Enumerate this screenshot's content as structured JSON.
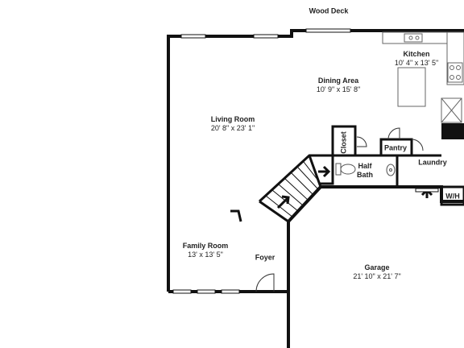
{
  "colors": {
    "wall": "#111111",
    "background": "#ffffff",
    "fixture": "#666666"
  },
  "icons": [
    "stair-arrow-icon",
    "toilet-icon",
    "sink-icon",
    "stove-icon",
    "fridge-icon",
    "door-swing-icon"
  ],
  "labels": {
    "wood_deck": "Wood Deck",
    "kitchen": {
      "name": "Kitchen",
      "dims": "10' 4\" x 13' 5\""
    },
    "dining": {
      "name": "Dining Area",
      "dims": "10' 9\" x 15' 8\""
    },
    "living": {
      "name": "Living Room",
      "dims": "20' 8\" x 23' 1\""
    },
    "closet": "Closet",
    "pantry": "Pantry",
    "half_bath": "Half\nBath",
    "laundry": "Laundry",
    "wh": "W/H",
    "family": {
      "name": "Family Room",
      "dims": "13' x 13' 5\""
    },
    "foyer": "Foyer",
    "garage": {
      "name": "Garage",
      "dims": "21' 10\" x 21' 7\""
    }
  }
}
